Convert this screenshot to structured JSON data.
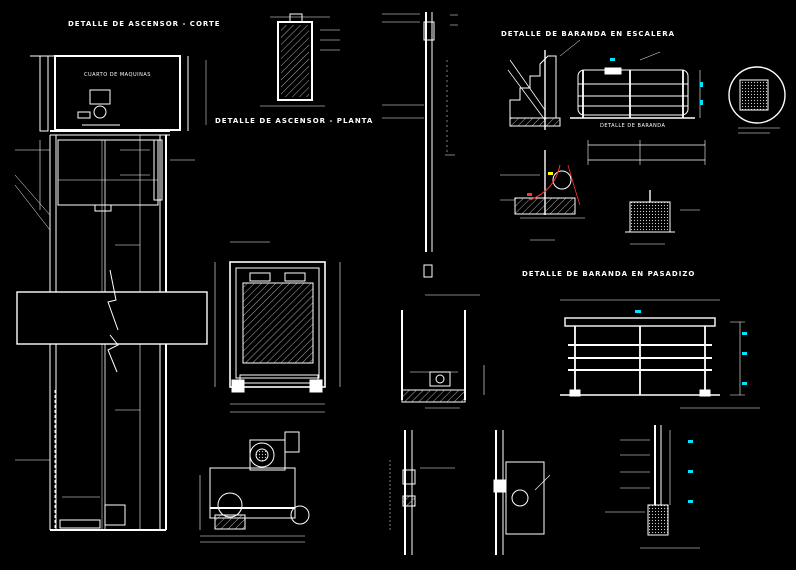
{
  "titles": {
    "ascensor_corte": "DETALLE DE ASCENSOR - CORTE",
    "ascensor_planta": "DETALLE DE ASCENSOR - PLANTA",
    "baranda_escalera": "DETALLE DE BARANDA EN ESCALERA",
    "baranda_pasadizo": "DETALLE DE BARANDA EN PASADIZO"
  },
  "labels": {
    "cuarto_maquinas": "CUARTO DE MAQUINAS",
    "detalle_baranda": "DETALLE DE BARANDA"
  },
  "colors": {
    "background": "#000000",
    "lines": "#ffffff",
    "hatch": "#d8d8d8",
    "accent_red": "#ff3030",
    "accent_cyan": "#00e5ff",
    "accent_yellow": "#ffff00"
  }
}
